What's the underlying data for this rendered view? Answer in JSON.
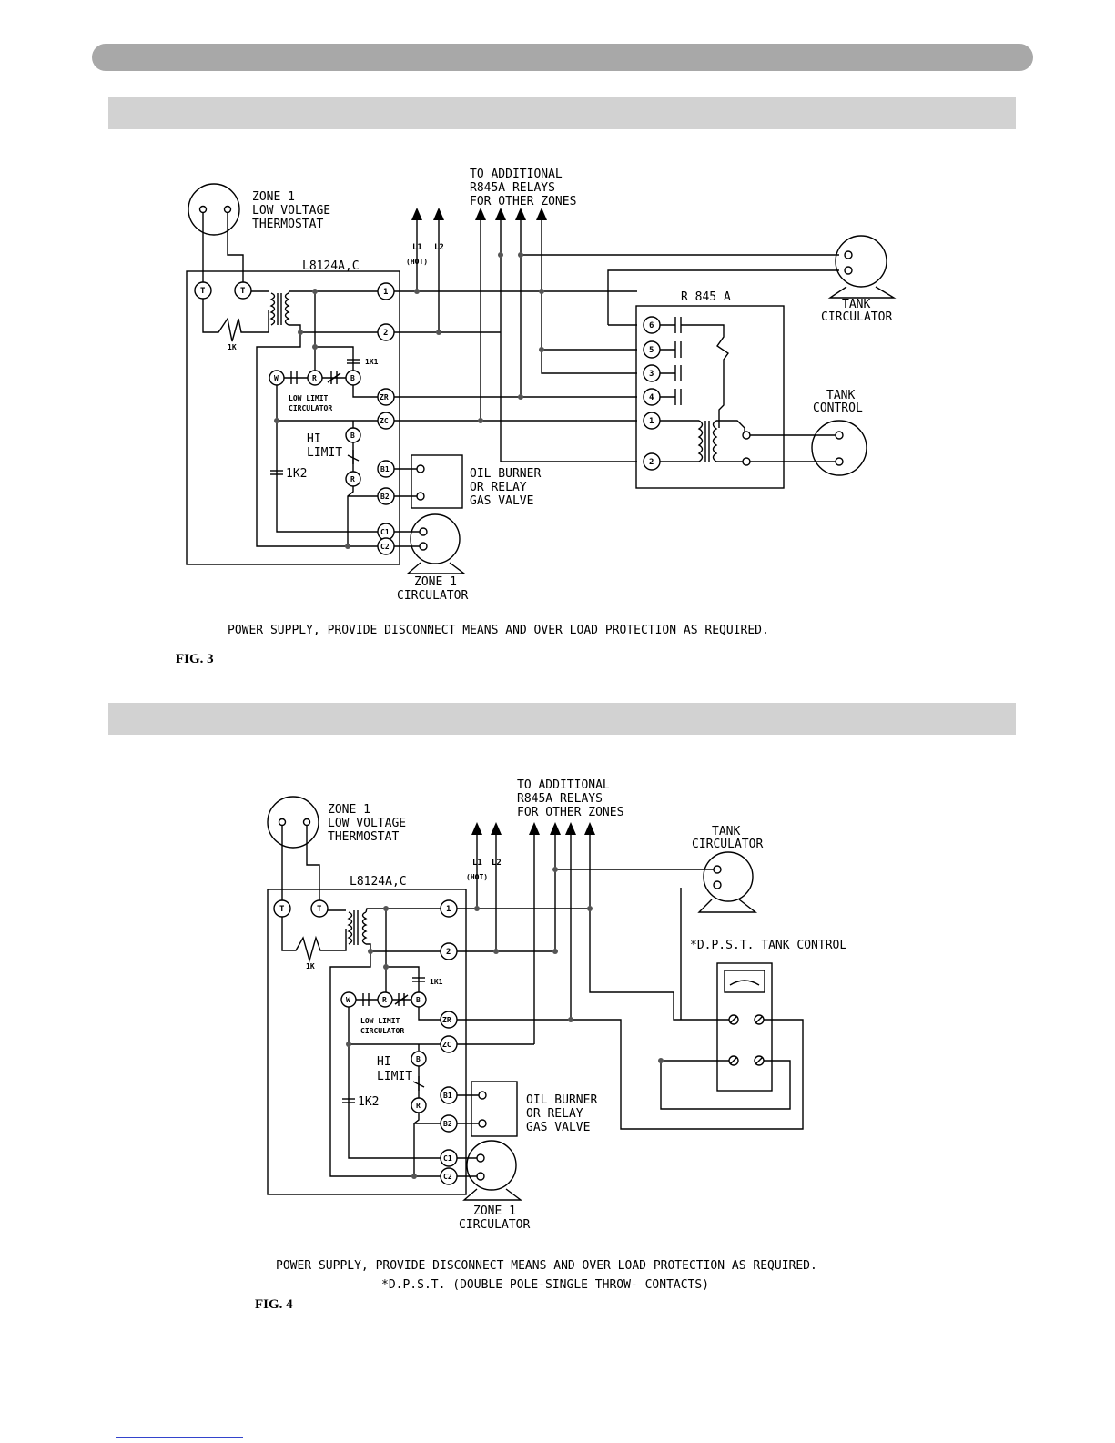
{
  "figures": [
    {
      "id": "fig3",
      "caption": "FIG. 3",
      "note": "POWER SUPPLY, PROVIDE DISCONNECT MEANS AND OVER LOAD PROTECTION AS REQUIRED.",
      "labels": {
        "thermostat": [
          "ZONE 1",
          "LOW VOLTAGE",
          "THERMOSTAT"
        ],
        "additional": [
          "TO ADDITIONAL",
          "R845A RELAYS",
          "FOR OTHER ZONES"
        ],
        "controller": "L8124A,C",
        "l1": "L1",
        "l2": "L2",
        "hot": "(HOT)",
        "relay": "R 845 A",
        "tank_circulator": [
          "TANK",
          "CIRCULATOR"
        ],
        "tank_control": [
          "TANK",
          "CONTROL"
        ],
        "oil_burner": [
          "OIL BURNER",
          "OR RELAY",
          "GAS VALVE"
        ],
        "zone_circulator": [
          "ZONE 1",
          "CIRCULATOR"
        ],
        "low_limit": [
          "LOW LIMIT",
          "CIRCULATOR"
        ],
        "hi_limit": [
          "HI",
          "LIMIT"
        ],
        "k1": "1K",
        "k1_1": "1K1",
        "k1_2": "1K2"
      }
    },
    {
      "id": "fig4",
      "caption": "FIG. 4",
      "note": "POWER SUPPLY, PROVIDE DISCONNECT MEANS AND OVER LOAD PROTECTION AS REQUIRED.",
      "note2": "*D.P.S.T. (DOUBLE POLE-SINGLE THROW- CONTACTS)",
      "labels": {
        "thermostat": [
          "ZONE 1",
          "LOW VOLTAGE",
          "THERMOSTAT"
        ],
        "additional": [
          "TO ADDITIONAL",
          "R845A RELAYS",
          "FOR OTHER ZONES"
        ],
        "controller": "L8124A,C",
        "l1": "L1",
        "l2": "L2",
        "hot": "(HOT)",
        "tank_circulator": [
          "TANK",
          "CIRCULATOR"
        ],
        "tank_control": "*D.P.S.T. TANK CONTROL",
        "oil_burner": [
          "OIL BURNER",
          "OR RELAY",
          "GAS VALVE"
        ],
        "zone_circulator": [
          "ZONE 1",
          "CIRCULATOR"
        ],
        "low_limit": [
          "LOW LIMIT",
          "CIRCULATOR"
        ],
        "hi_limit": [
          "HI",
          "LIMIT"
        ],
        "k1": "1K",
        "k1_1": "1K1",
        "k1_2": "1K2"
      }
    }
  ],
  "terminals": {
    "t": "T",
    "one": "1",
    "two": "2",
    "three": "3",
    "four": "4",
    "five": "5",
    "six": "6",
    "w": "W",
    "r": "R",
    "b": "B",
    "zr": "ZR",
    "zc": "ZC",
    "b1": "B1",
    "b2": "B2",
    "c1": "C1",
    "c2": "C2"
  }
}
